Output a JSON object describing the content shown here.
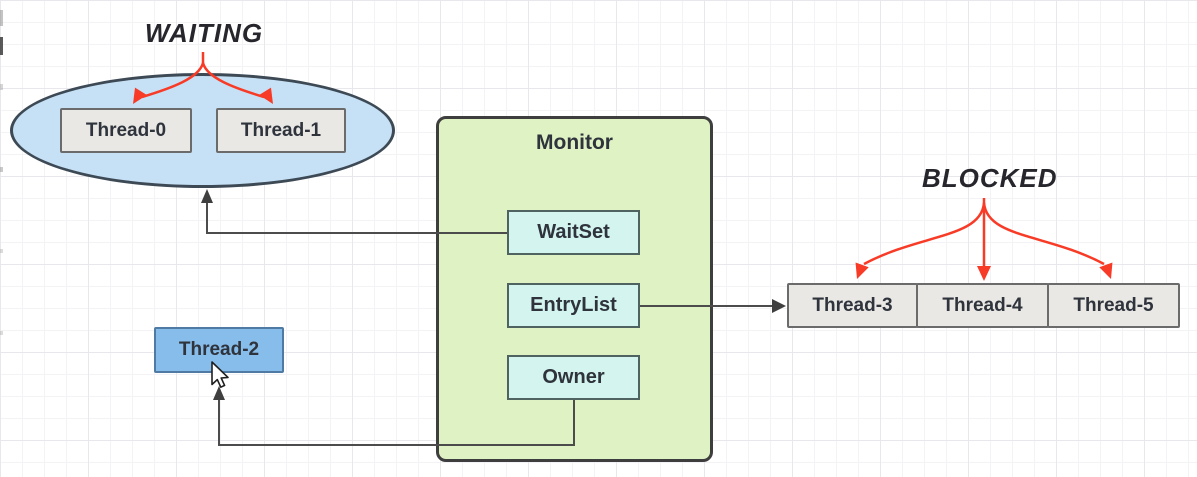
{
  "canvas": {
    "states": {
      "waiting": "WAITING",
      "blocked": "BLOCKED"
    },
    "monitor": {
      "title": "Monitor",
      "wait_set": "WaitSet",
      "entry_list": "EntryList",
      "owner": "Owner"
    },
    "threads": {
      "waiting": [
        {
          "label": "Thread-0"
        },
        {
          "label": "Thread-1"
        }
      ],
      "owner": {
        "label": "Thread-2"
      },
      "blocked": [
        {
          "label": "Thread-3"
        },
        {
          "label": "Thread-4"
        },
        {
          "label": "Thread-5"
        }
      ]
    },
    "colors": {
      "accent_red": "#f83b27",
      "ellipse_fill": "#c6e0f5",
      "ellipse_border": "#3d4a55",
      "monitor_fill": "#dff2c4",
      "monitor_border": "#3e3e3e",
      "slot_fill": "#d4f5ef",
      "slot_border": "#4f6360",
      "thread_fill": "#e9e8e5",
      "thread_border": "#6b6b6b",
      "owner_thread_fill": "#87bdea",
      "owner_thread_border": "#4f7aa3",
      "connector": "#4c4c4c",
      "text_dark": "#2e333c"
    }
  }
}
